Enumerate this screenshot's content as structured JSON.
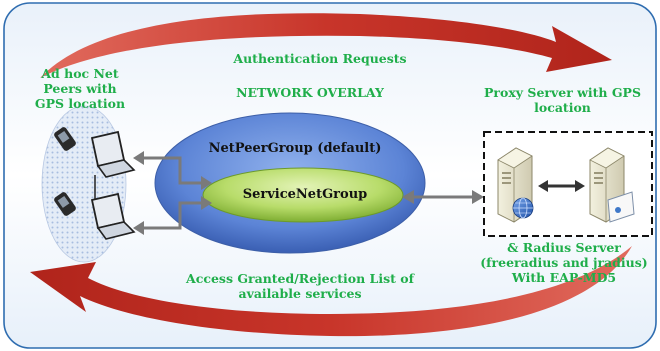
{
  "labels": {
    "auth_requests": "Authentication Requests",
    "network_overlay": "NETWORK OVERLAY",
    "peers_line1": "Ad hoc Net",
    "peers_line2": "Peers with",
    "peers_line3": "GPS location",
    "proxy_line1": "Proxy Server with GPS",
    "proxy_line2": "location",
    "netpeergroup": "NetPeerGroup (default)",
    "servicenetgroup": "ServiceNetGroup",
    "radius_line1": "& Radius Server",
    "radius_line2": "(freeradius and jradius)",
    "radius_line3": "With EAP-MD5",
    "access_line1": "Access Granted/Rejection List of",
    "access_line2": "available services"
  },
  "colors": {
    "label_green": "#1fae4a",
    "frame_blue": "#2f6db0",
    "arc_red": "#c0281e",
    "outer_ellipse_blue": "#4a74c9",
    "inner_ellipse_green": "#a6cf55",
    "connector_gray": "#7a7a7a"
  },
  "icons": [
    "laptop-icon",
    "phone-icon",
    "server-icon",
    "globe-icon"
  ]
}
